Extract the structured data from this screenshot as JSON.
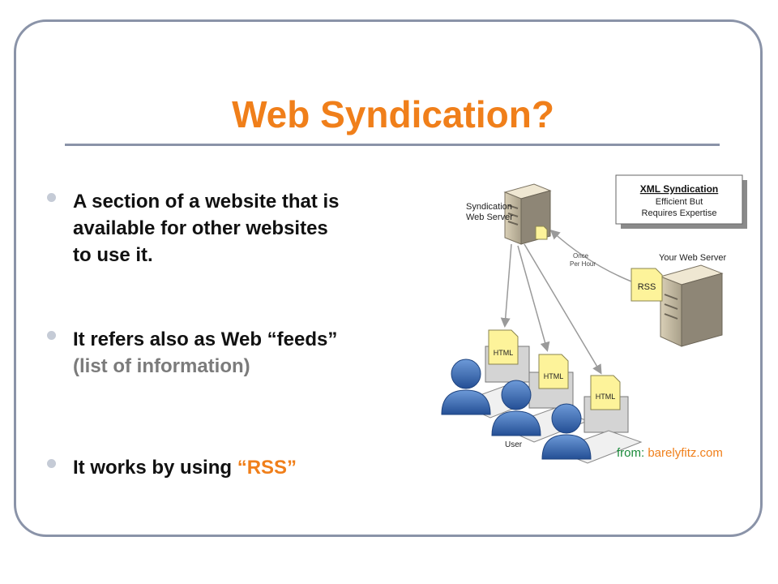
{
  "slide": {
    "title": "Web Syndication?",
    "bullets": [
      {
        "lines": [
          "A section of a website that is",
          "available for other websites",
          "to use it."
        ]
      },
      {
        "line1": "It refers also as Web “feeds”",
        "line2": "(list of information)"
      },
      {
        "prefix": "It works by using ",
        "highlight": "“RSS”"
      }
    ]
  },
  "diagram": {
    "syndication_server_label": [
      "Syndication",
      "Web Server"
    ],
    "xml_box": {
      "heading": "XML Syndication",
      "line1": "Efficient But",
      "line2": "Requires Expertise"
    },
    "your_server_label": "Your Web Server",
    "once_per_hour": [
      "Once",
      "Per Hour"
    ],
    "rss_doc_label": "RSS",
    "html_doc_label": "HTML",
    "user_label": "User",
    "credit_prefix": "from: ",
    "credit_site": "barelyfitz.com"
  },
  "colors": {
    "title": "#f07f1a",
    "rule": "#8a93a8",
    "highlight": "#f07f1a",
    "secondary_text": "#7b7b7b",
    "credit_site": "#f07f1a",
    "user_figure": "#3d6fb8",
    "document": "#fdf39a"
  }
}
